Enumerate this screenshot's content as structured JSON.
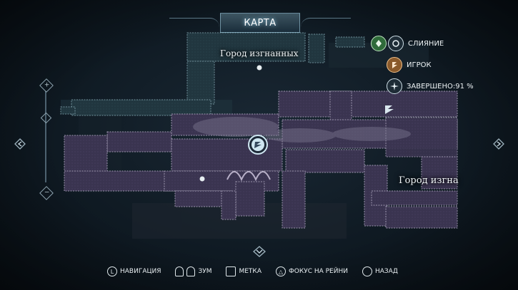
{
  "header": {
    "title": "КАРТА"
  },
  "map": {
    "region_top_label": "Город изгнанных",
    "region_right_label": "Город изгна"
  },
  "legend": {
    "merge_label": "СЛИЯНИЕ",
    "player_label": "ИГРОК",
    "completion_label": "ЗАВЕРШЕНО:91 %"
  },
  "controls": {
    "navigate": "НАВИГАЦИЯ",
    "zoom": "ЗУМ",
    "mark": "МЕТКА",
    "focus": "ФОКУС НА РЕЙНИ",
    "back": "НАЗАД"
  },
  "button_glyphs": {
    "navigate": "L",
    "mark": "□",
    "focus": "△",
    "back": "○"
  },
  "colors": {
    "accent": "#9fe0ff",
    "map_room": "#3d3550",
    "map_upper": "#223842",
    "merge_icon": "#4f9a55",
    "player_icon": "#c7874a"
  }
}
